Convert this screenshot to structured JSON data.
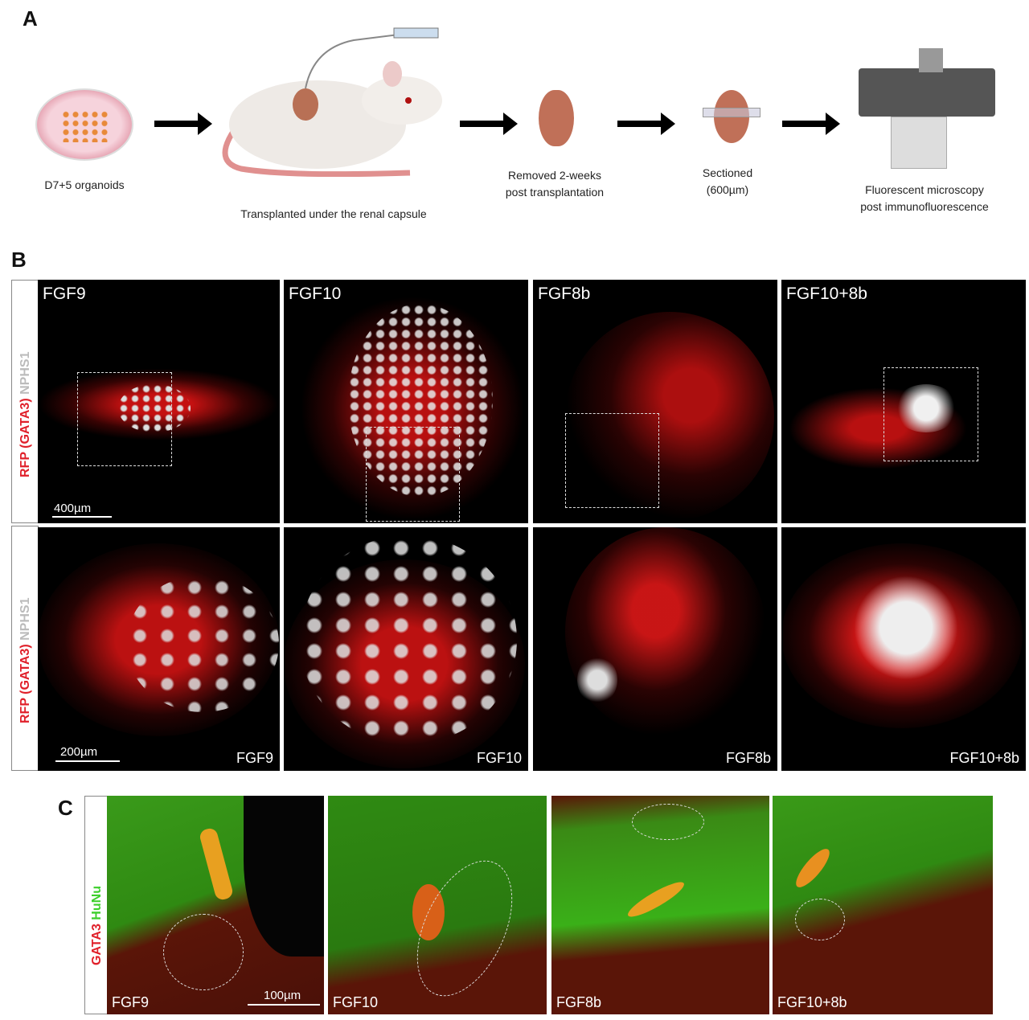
{
  "panel_a": {
    "label": "A",
    "steps": [
      {
        "caption": "D7+5 organoids"
      },
      {
        "caption": "Transplanted under the renal capsule"
      },
      {
        "caption_line1": "Removed 2-weeks",
        "caption_line2": "post transplantation"
      },
      {
        "caption_line1": "Sectioned",
        "caption_line2": "(600µm)"
      },
      {
        "caption_line1": "Fluorescent microscopy",
        "caption_line2": "post immunofluorescence"
      }
    ]
  },
  "panel_b": {
    "label": "B",
    "stain_red": "RFP (GATA3)",
    "stain_white": "NPHS1",
    "row1": [
      "FGF9",
      "FGF10",
      "FGF8b",
      "FGF10+8b"
    ],
    "row2": [
      "FGF9",
      "FGF10",
      "FGF8b",
      "FGF10+8b"
    ],
    "scale1": "400µm",
    "scale2": "200µm"
  },
  "panel_c": {
    "label": "C",
    "stain_red": "GATA3",
    "stain_green": "HuNu",
    "conditions": [
      "FGF9",
      "FGF10",
      "FGF8b",
      "FGF10+8b"
    ],
    "scale": "100µm"
  },
  "colors": {
    "red": "#e0202a",
    "green": "#3ccf2a",
    "grey": "#bbbbbb"
  }
}
